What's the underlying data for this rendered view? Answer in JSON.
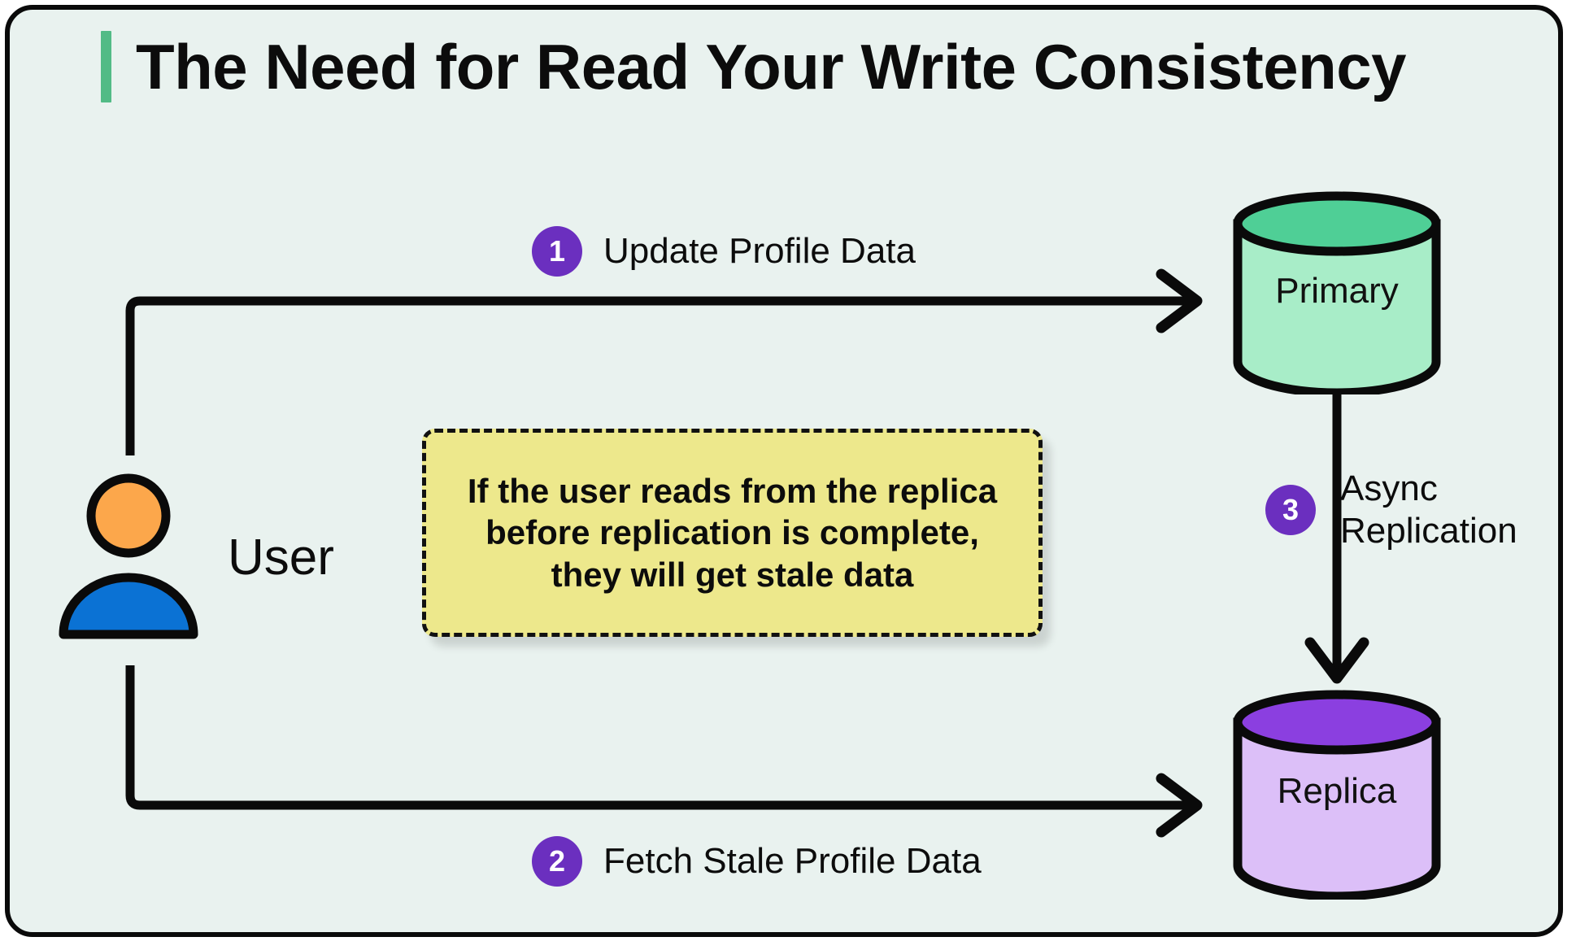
{
  "page": {
    "title": "The Need for Read Your Write Consistency",
    "background_color": "#E9F2EF",
    "border_color": "#0A0A0A",
    "accent_color": "#52BB86"
  },
  "actors": {
    "user": {
      "label": "User",
      "head_color": "#FCA74B",
      "body_color": "#0B72D4"
    }
  },
  "nodes": [
    {
      "id": "primary",
      "label": "Primary",
      "top_color": "#4FCF96",
      "body_color": "#A8EDC8"
    },
    {
      "id": "replica",
      "label": "Replica",
      "top_color": "#8B3FE0",
      "body_color": "#DCBFF8"
    }
  ],
  "steps": [
    {
      "number": "1",
      "label": "Update Profile Data",
      "badge_color": "#6B2FBF"
    },
    {
      "number": "2",
      "label": "Fetch Stale Profile Data",
      "badge_color": "#6B2FBF"
    },
    {
      "number": "3",
      "label": "Async Replication",
      "badge_color": "#6B2FBF"
    }
  ],
  "note": {
    "text": "If the user reads from the replica before replication is complete, they will get stale data",
    "fill_color": "#EDE88C",
    "border_style": "dashed",
    "border_color": "#111111"
  }
}
